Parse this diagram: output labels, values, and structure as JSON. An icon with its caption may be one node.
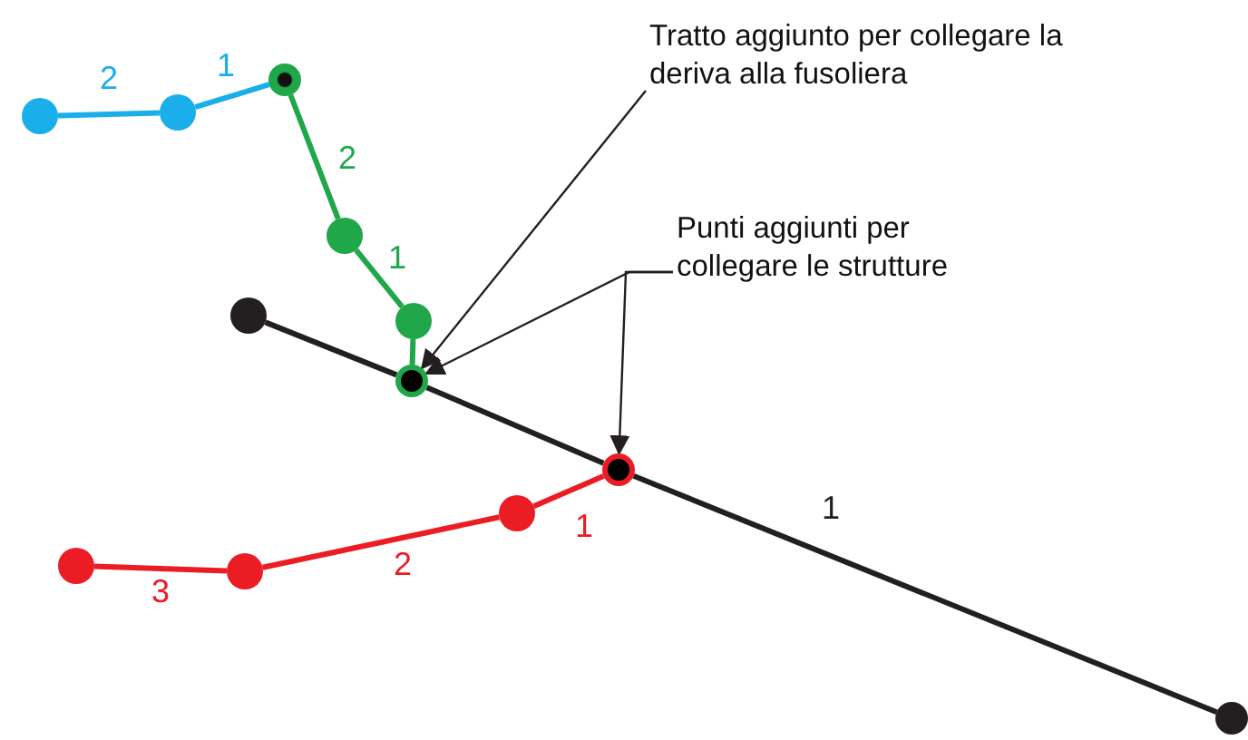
{
  "diagram": {
    "nodes": [
      {
        "text": [
          "Tratto aggiunto per collegare la deriva alla fusoliera"
        ]
      },
      {
        "text": [
          "Punti aggiunti per collegare le strutture"
        ]
      },
      {
        "text": [],
        "shape": "circle"
      },
      {
        "text": [],
        "shape": "circle"
      },
      {
        "text": [],
        "shape": "circle"
      },
      {
        "text": [],
        "shape": "circle"
      },
      {
        "text": [],
        "shape": "circle"
      },
      {
        "text": [],
        "shape": "circle"
      },
      {
        "text": [],
        "shape": "circle"
      },
      {
        "text": [],
        "shape": "circle"
      },
      {
        "text": [],
        "shape": "circle"
      },
      {
        "text": [],
        "shape": "circle"
      },
      {
        "text": [],
        "shape": "circle"
      },
      {
        "text": [],
        "shape": "circle"
      }
    ],
    "edges": [
      {
        "from": 2,
        "to": 3,
        "arrow": "none",
        "label": "2",
        "color": "#1aaeeb"
      },
      {
        "from": 3,
        "to": 4,
        "arrow": "none",
        "label": "1",
        "color": "#1aaeeb"
      },
      {
        "from": 4,
        "to": 5,
        "arrow": "none",
        "label": "2",
        "color": "#1fa74a"
      },
      {
        "from": 5,
        "to": 6,
        "arrow": "none",
        "label": "1",
        "color": "#1fa74a"
      },
      {
        "from": 6,
        "to": 8,
        "arrow": "none",
        "color": "#1fa74a"
      },
      {
        "from": 7,
        "to": 8,
        "arrow": "none"
      },
      {
        "from": 8,
        "to": 9,
        "arrow": "none"
      },
      {
        "from": 9,
        "to": 10,
        "arrow": "none",
        "label": "1"
      },
      {
        "from": 11,
        "to": 12,
        "arrow": "none",
        "label": "3",
        "color": "#ec1c24"
      },
      {
        "from": 12,
        "to": 13,
        "arrow": "none",
        "label": "2",
        "color": "#ec1c24"
      },
      {
        "from": 13,
        "to": 9,
        "arrow": "none",
        "label": "1",
        "color": "#ec1c24"
      },
      {
        "from": 0,
        "to": 8,
        "arrow": "to"
      },
      {
        "from": 1,
        "to": 8,
        "arrow": "to"
      },
      {
        "from": 1,
        "to": 9,
        "arrow": "to"
      }
    ]
  }
}
